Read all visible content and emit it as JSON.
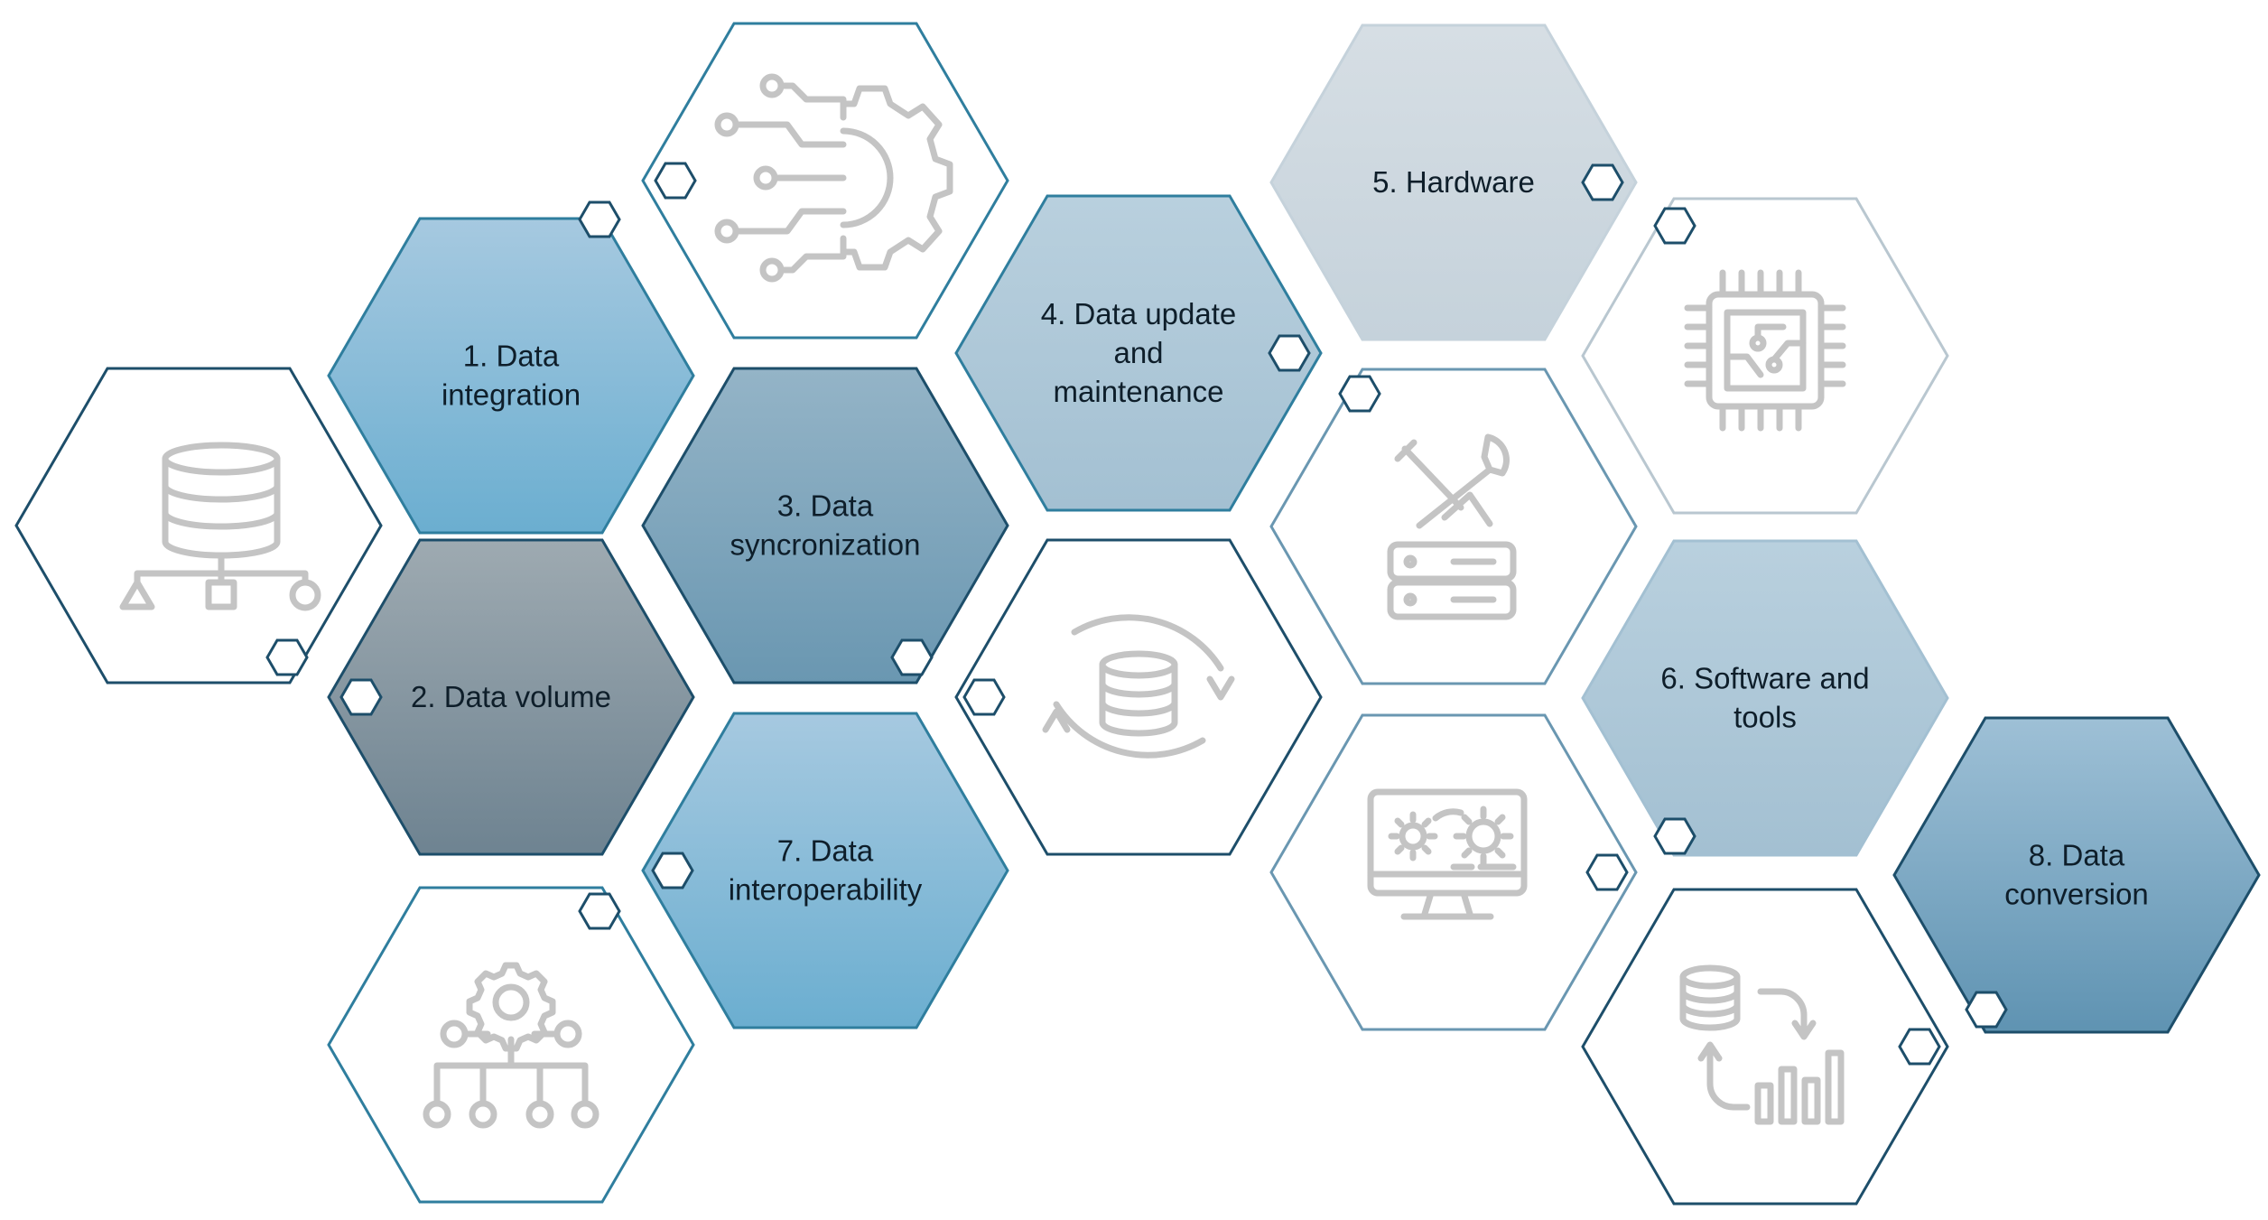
{
  "colors": {
    "navy": "#1d4e6a",
    "teal": "#2f7e9e",
    "icon_gray": "#c4c4c4",
    "text": "#0e1e2a",
    "blue": [
      "#a6c9e0",
      "#6baed0"
    ],
    "steel": [
      "#94b4c7",
      "#6a97b1"
    ],
    "slate": [
      "#9eaab1",
      "#6e8391"
    ],
    "light": [
      "#b9d0de",
      "#a3c0d2"
    ],
    "pale": [
      "#d6dee4",
      "#c5d2db"
    ],
    "conv": [
      "#9ec0d6",
      "#5f93b2"
    ]
  },
  "topics": [
    {
      "id": "data-integration",
      "lines": [
        "1. Data",
        "integration"
      ]
    },
    {
      "id": "data-volume",
      "lines": [
        "2. Data volume"
      ]
    },
    {
      "id": "data-synchronization",
      "lines": [
        "3. Data",
        "syncronization"
      ]
    },
    {
      "id": "data-update-and-maintenance",
      "lines": [
        "4. Data update",
        "and",
        "maintenance"
      ]
    },
    {
      "id": "hardware",
      "lines": [
        "5. Hardware"
      ]
    },
    {
      "id": "software-and-tools",
      "lines": [
        "6. Software and",
        "tools"
      ]
    },
    {
      "id": "data-interoperability",
      "lines": [
        "7. Data",
        "interoperability"
      ]
    },
    {
      "id": "data-conversion",
      "lines": [
        "8. Data",
        "conversion"
      ]
    }
  ],
  "icons": [
    "database-network-icon",
    "circuit-gear-icon",
    "gear-hierarchy-icon",
    "database-sync-icon",
    "tools-server-icon",
    "cpu-chip-icon",
    "monitor-gears-icon",
    "data-conversion-chart-icon"
  ]
}
